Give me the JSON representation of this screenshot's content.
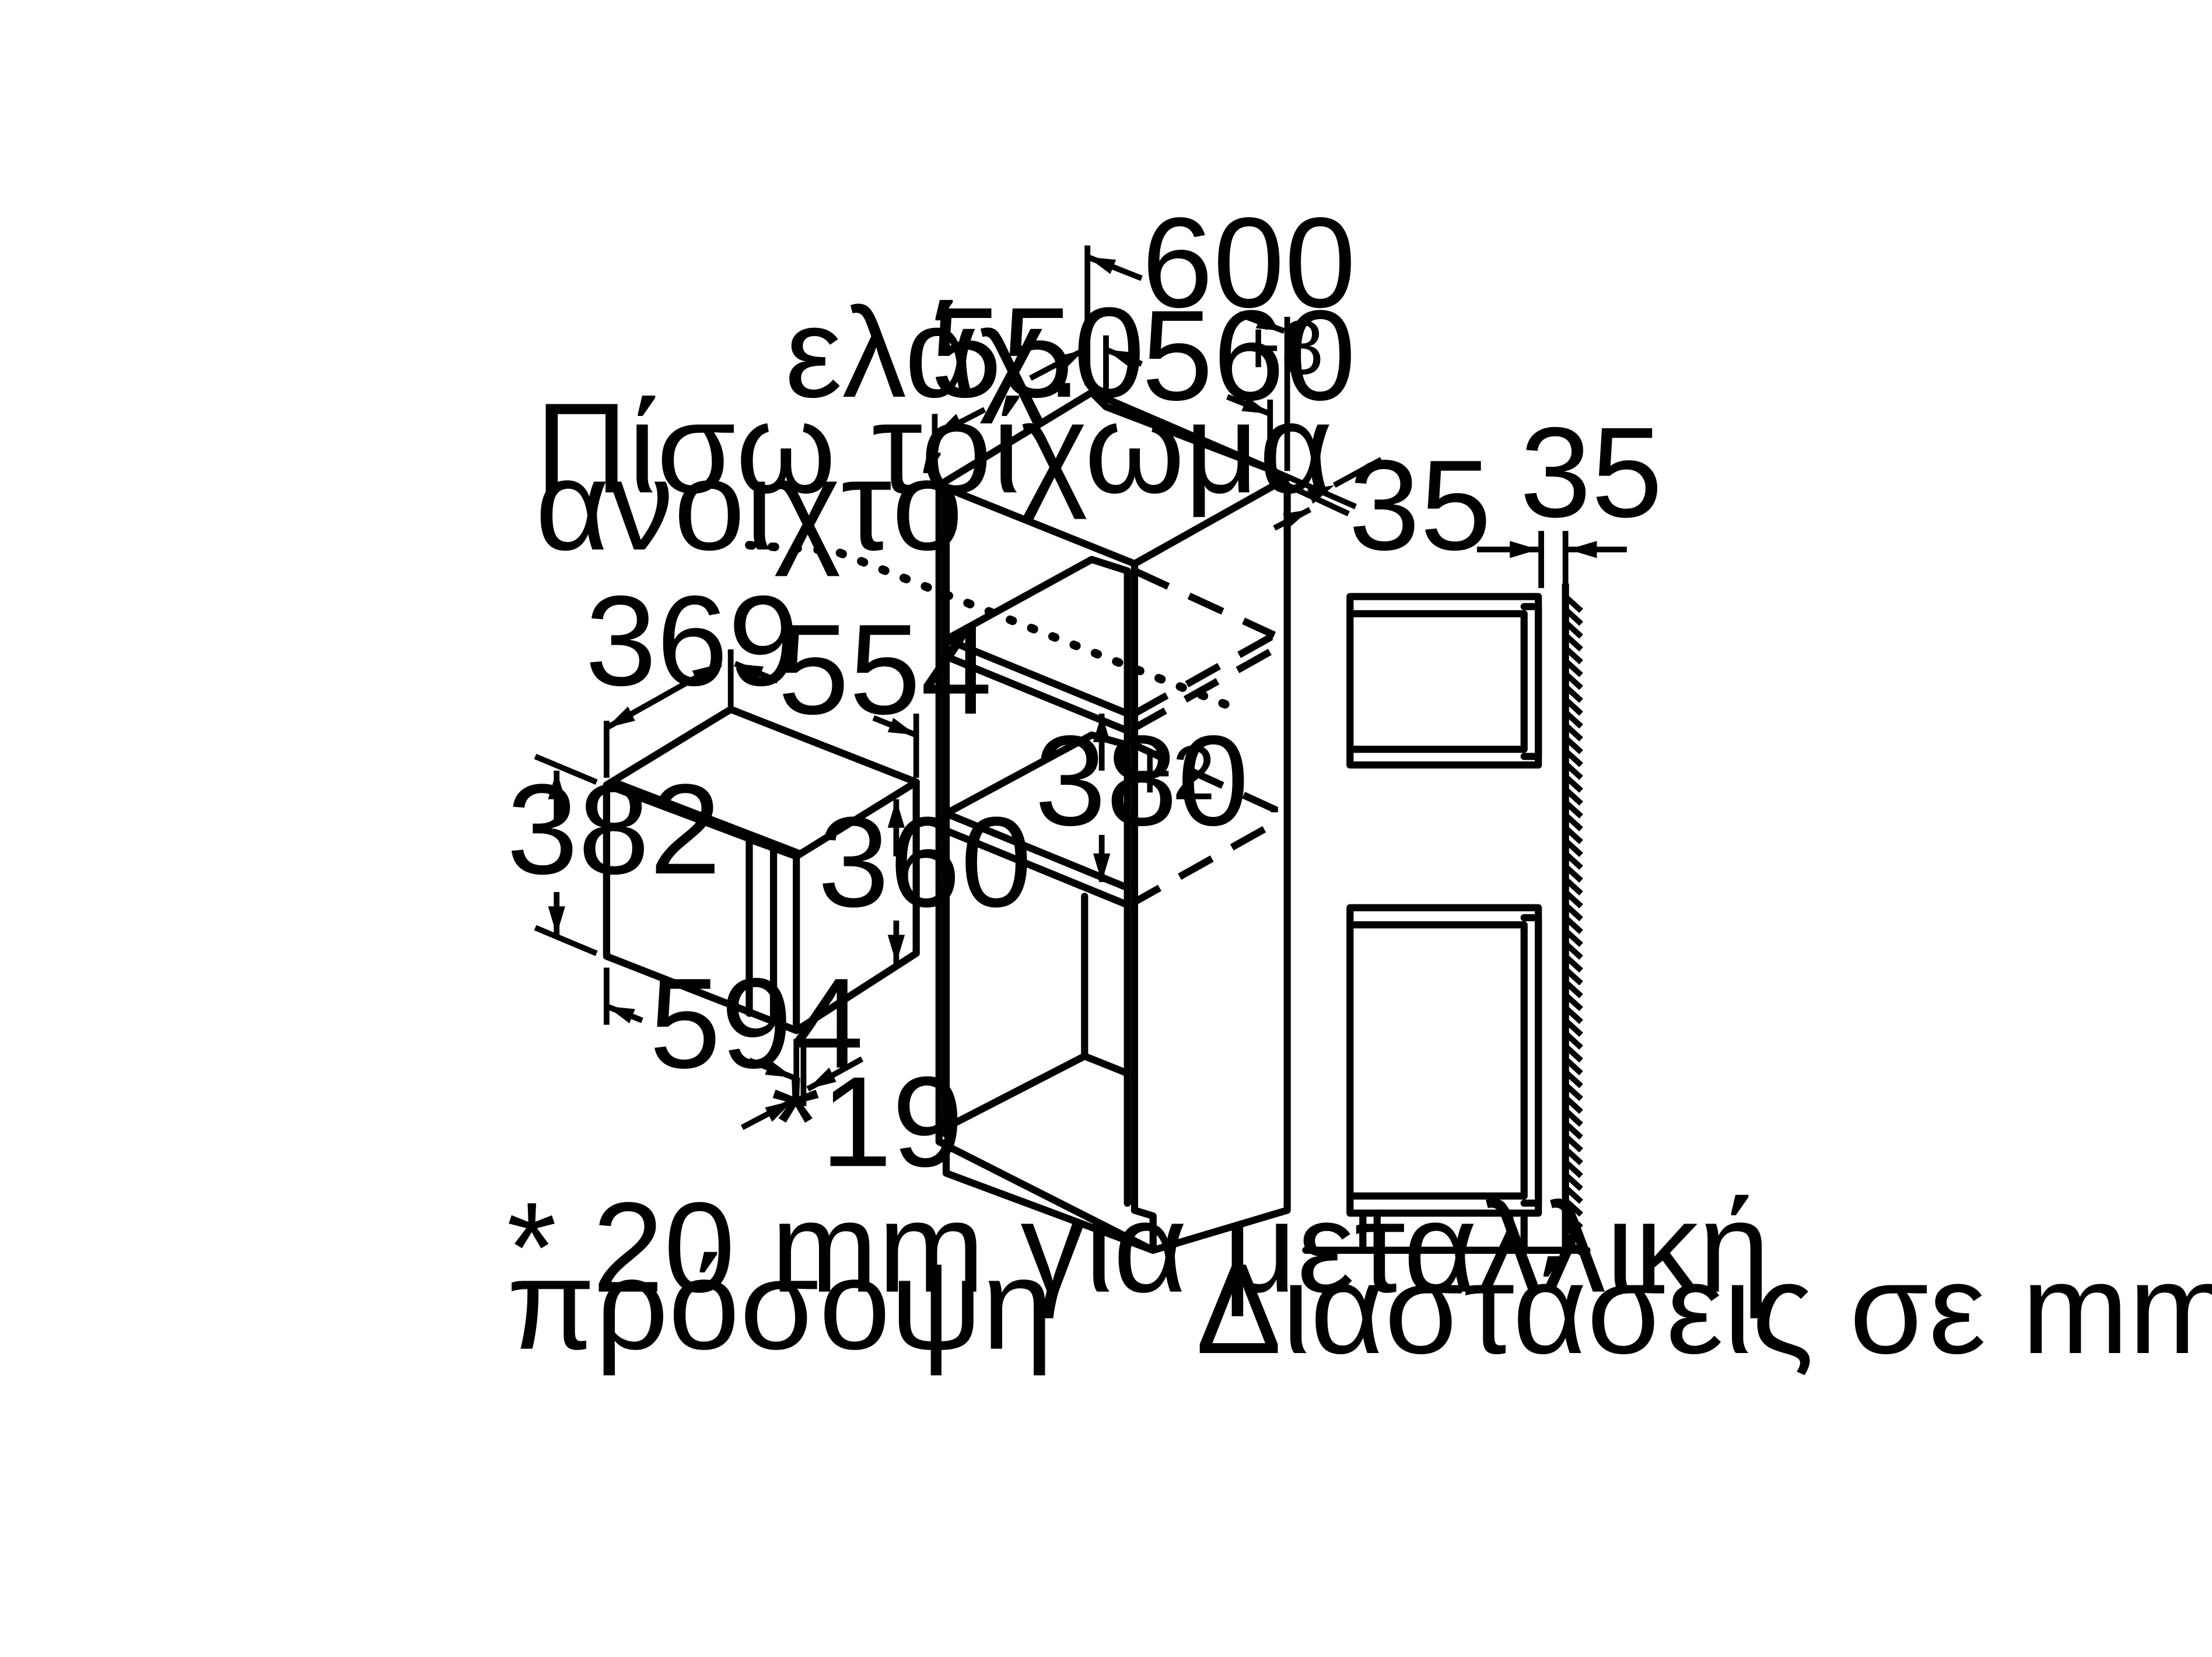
{
  "labels": {
    "dim_600": "600",
    "dim_550_prefix": "ελάχ.",
    "dim_550": "550",
    "dim_560": "560",
    "dim_560_tol": "+8",
    "dim_35_depth": "35",
    "back_wall_line1": "Πίσω τοίχωμα",
    "back_wall_line2": "ανοιχτό",
    "dim_369": "369",
    "dim_554": "554",
    "dim_382": "382",
    "dim_360": "360",
    "dim_380": "380",
    "dim_380_tol": "+2",
    "dim_594": "594",
    "dim_19": "*19",
    "dim_35_side": "35"
  },
  "footnote": {
    "line1": "* 20 mm για μεταλλική",
    "line2": "πρόσοψη"
  },
  "units_caption": "Διαστάσεις σε mm"
}
